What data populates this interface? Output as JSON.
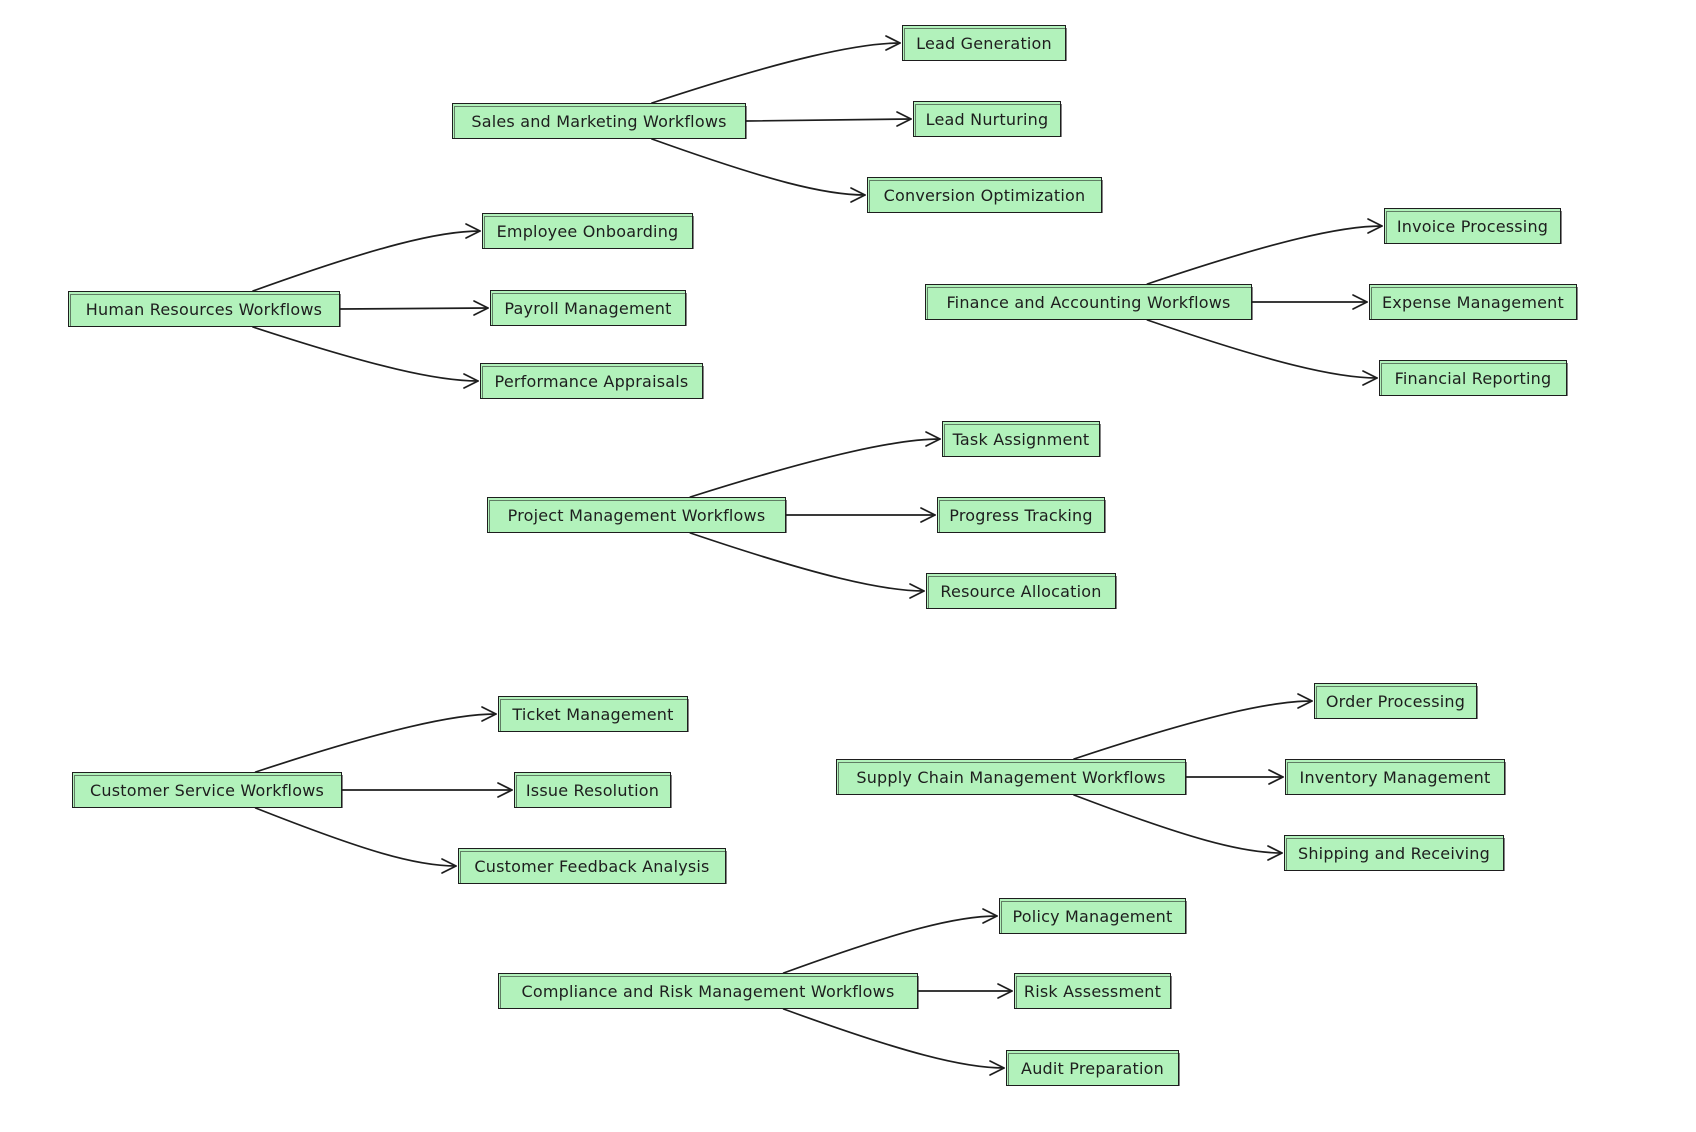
{
  "style": {
    "node_fill": "#b2f2bb",
    "stroke": "#1e1e1e",
    "background": "#ffffff"
  },
  "groups": [
    {
      "id": "sales",
      "label": "Sales and Marketing Workflows",
      "children": [
        "Lead Generation",
        "Lead Nurturing",
        "Conversion Optimization"
      ]
    },
    {
      "id": "hr",
      "label": "Human Resources Workflows",
      "children": [
        "Employee Onboarding",
        "Payroll Management",
        "Performance Appraisals"
      ]
    },
    {
      "id": "finance",
      "label": "Finance and Accounting Workflows",
      "children": [
        "Invoice Processing",
        "Expense Management",
        "Financial Reporting"
      ]
    },
    {
      "id": "pm",
      "label": "Project Management Workflows",
      "children": [
        "Task Assignment",
        "Progress Tracking",
        "Resource Allocation"
      ]
    },
    {
      "id": "cs",
      "label": "Customer Service Workflows",
      "children": [
        "Ticket Management",
        "Issue Resolution",
        "Customer Feedback Analysis"
      ]
    },
    {
      "id": "scm",
      "label": "Supply Chain Management Workflows",
      "children": [
        "Order Processing",
        "Inventory Management",
        "Shipping and Receiving"
      ]
    },
    {
      "id": "crm",
      "label": "Compliance and Risk Management Workflows",
      "children": [
        "Policy Management",
        "Risk Assessment",
        "Audit Preparation"
      ]
    }
  ]
}
